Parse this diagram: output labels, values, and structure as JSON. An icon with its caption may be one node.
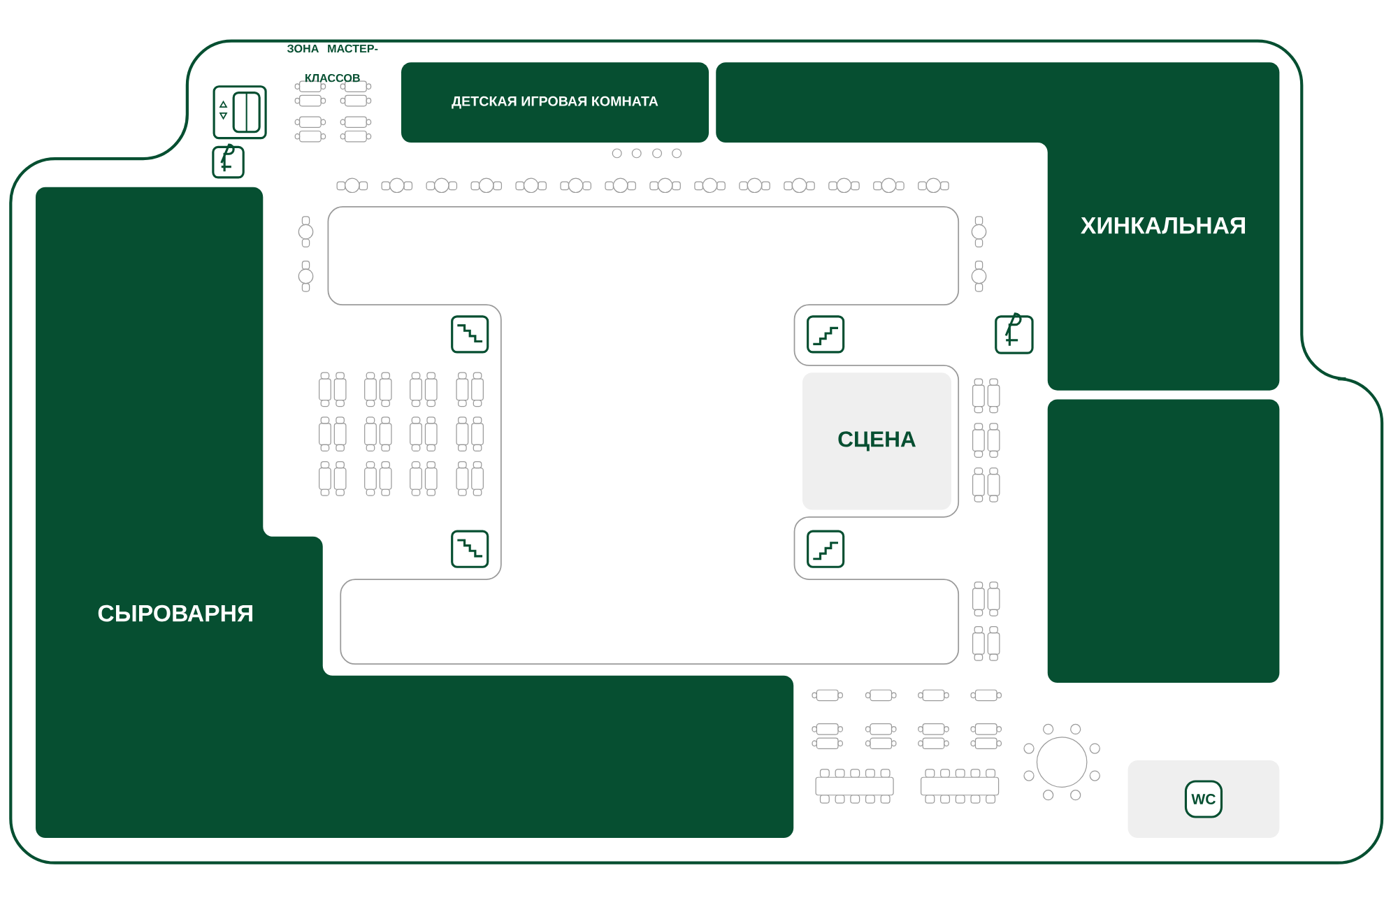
{
  "diagram": {
    "nodes": [
      {
        "text": [
          "ДЕТСКАЯ ИГРОВАЯ КОМНАТА"
        ]
      },
      {
        "text": [
          "ХИНКАЛЬНАЯ"
        ]
      },
      {
        "text": [
          "СЫРОВАРНЯ"
        ]
      },
      {
        "text": [],
        "shape": "box"
      },
      {
        "text": [
          "СЦЕНА"
        ]
      },
      {
        "text": [],
        "shape": "box"
      },
      {
        "text": [
          "WC"
        ],
        "in": 5
      }
    ],
    "labels": [
      "ЗОНА МАСТЕР-КЛАССОВ"
    ]
  }
}
